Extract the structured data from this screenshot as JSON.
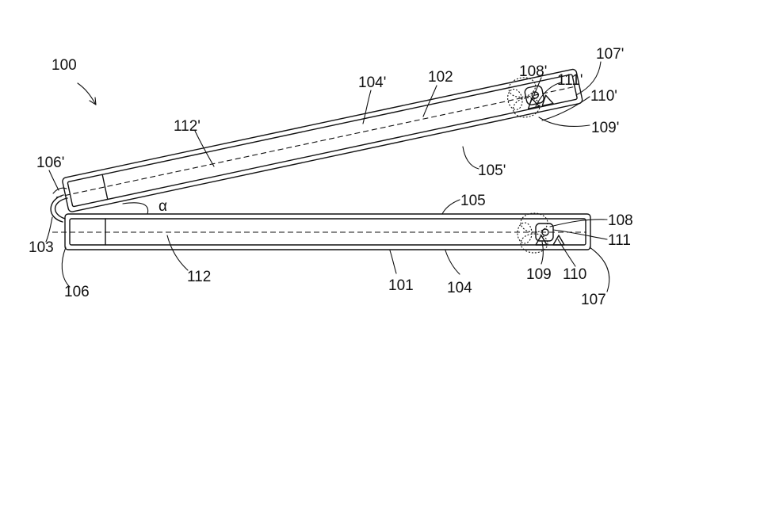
{
  "labels": {
    "device": "100",
    "upper_part": "102",
    "lower_part": "101",
    "hinge": "103",
    "upper_top_edge": "104'",
    "upper_bottom_edge": "105'",
    "upper_hinge_end": "106'",
    "upper_far_end": "107'",
    "upper_sensor_zone": "108'",
    "upper_element_109": "109'",
    "upper_element_110": "110'",
    "upper_element_111": "111'",
    "upper_axis": "112'",
    "lower_top_edge": "105",
    "lower_bottom_edge": "104",
    "lower_hinge_end": "106",
    "lower_far_end": "107",
    "lower_sensor_zone": "108",
    "lower_element_109": "109",
    "lower_element_110": "110",
    "lower_element_111": "111",
    "lower_axis": "112",
    "angle": "α"
  },
  "colors": {
    "line": "#111111",
    "background": "#ffffff"
  }
}
